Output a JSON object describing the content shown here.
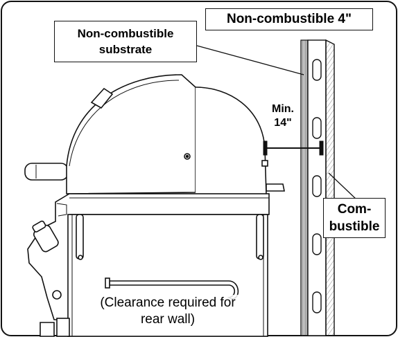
{
  "labels": {
    "substrate_line1": "Non-combustible",
    "substrate_line2": "substrate",
    "non_combustible_4in": "Non-combustible 4\"",
    "min_line1": "Min.",
    "min_line2": "14\"",
    "combustible_line1": "Com-",
    "combustible_line2": "bustible",
    "clearance_line1": "(Clearance required for",
    "clearance_line2": "rear wall)"
  },
  "colors": {
    "line": "#111111",
    "wall_gray": "#8a8a8a",
    "hatch": "#b5b5b5",
    "background": "#ffffff"
  }
}
